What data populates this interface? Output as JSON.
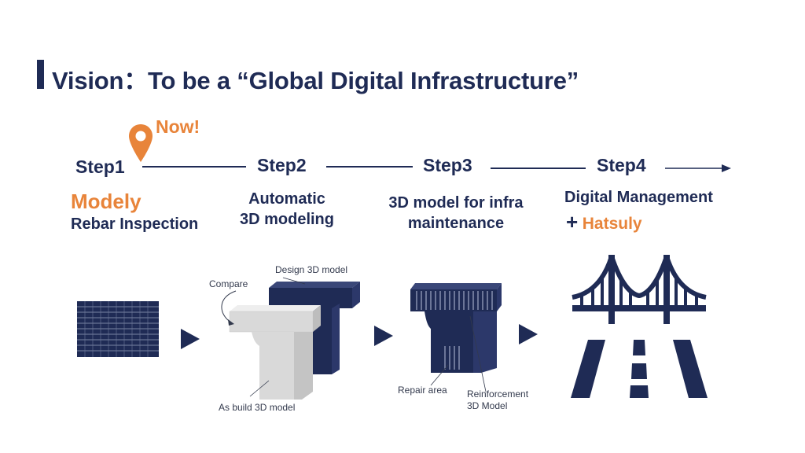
{
  "title": "Vision：To be a “Global Digital Infrastructure”",
  "now_label": "Now!",
  "steps": [
    {
      "label": "Step1"
    },
    {
      "label": "Step2"
    },
    {
      "label": "Step3"
    },
    {
      "label": "Step4"
    }
  ],
  "step1": {
    "product": "Modely",
    "desc": "Rebar Inspection"
  },
  "step2": {
    "line1": "Automatic",
    "line2": "3D modeling"
  },
  "step3": {
    "line1": "3D model for infra",
    "line2": "maintenance"
  },
  "step4": {
    "line1": "Digital Management",
    "plus": "+",
    "product": "Hatsuly"
  },
  "annotations": {
    "compare": "Compare",
    "design_model": "Design 3D model",
    "as_build_model": "As build 3D model",
    "repair_area": "Repair area",
    "reinforcement_line1": "Reinforcement",
    "reinforcement_line2": "3D Model"
  },
  "colors": {
    "navy": "#1f2b55",
    "orange": "#e8843a",
    "gray_model": "#d9d9d9"
  }
}
